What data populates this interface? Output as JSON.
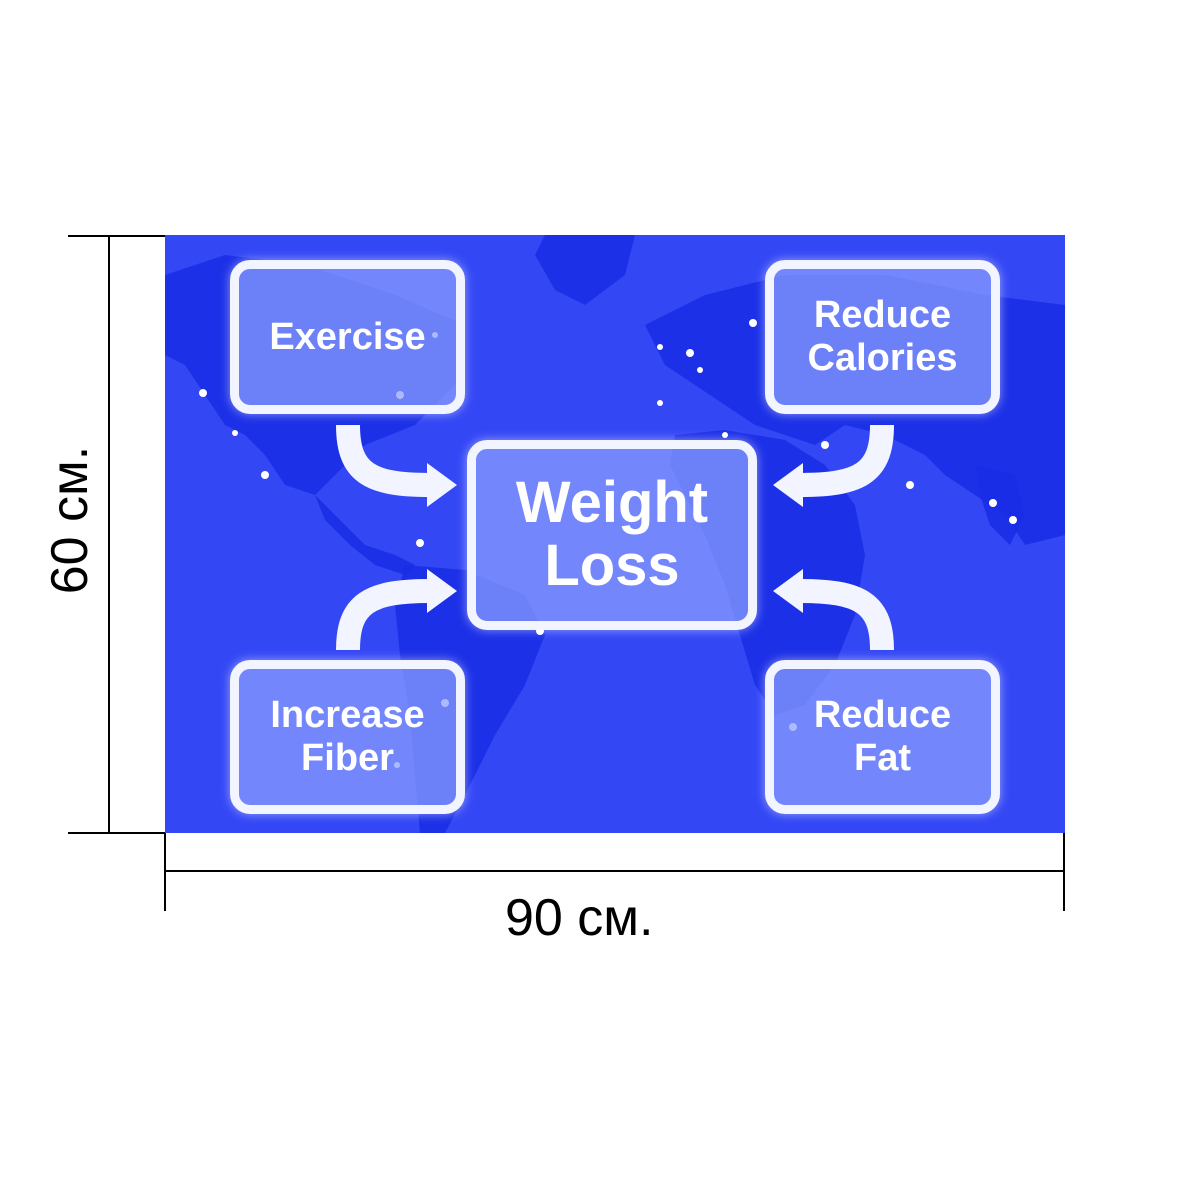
{
  "diagram": {
    "center": {
      "line1": "Weight",
      "line2": "Loss"
    },
    "nodes": {
      "top_left": {
        "line1": "Exercise",
        "line2": ""
      },
      "top_right": {
        "line1": "Reduce",
        "line2": "Calories"
      },
      "bottom_left": {
        "line1": "Increase",
        "line2": "Fiber"
      },
      "bottom_right": {
        "line1": "Reduce",
        "line2": "Fat"
      }
    }
  },
  "dimensions": {
    "width": "90 см.",
    "height": "60 см."
  },
  "colors": {
    "background": "#3347f5",
    "box_fill": "#8ca0ff",
    "box_border": "#f2f4ff",
    "arrow": "#f2f4ff"
  }
}
